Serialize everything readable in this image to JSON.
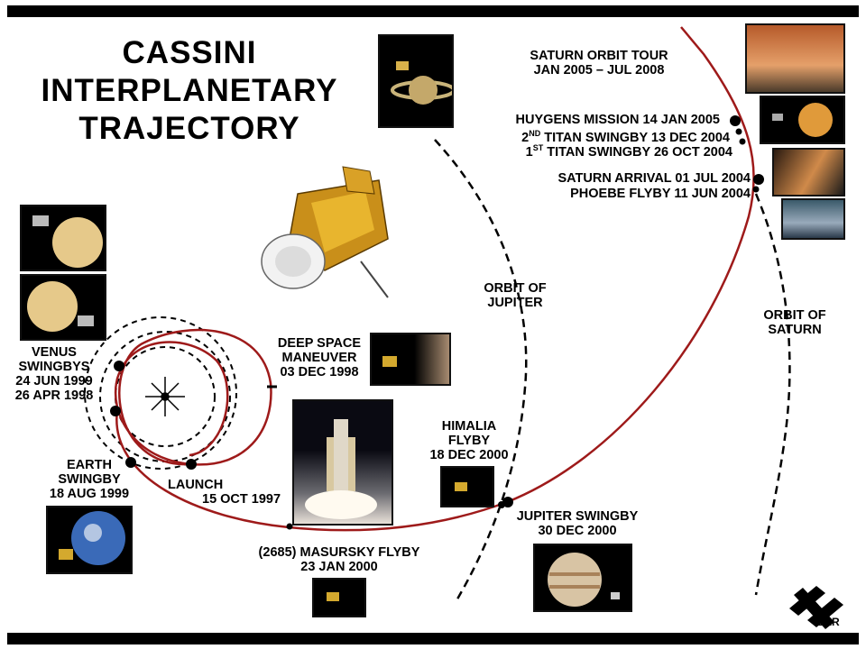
{
  "title": [
    "CASSINI",
    "INTERPLANETARY",
    "TRAJECTORY"
  ],
  "labels": {
    "saturn_tour": [
      "SATURN ORBIT TOUR",
      "JAN 2005 – JUL 2008"
    ],
    "huygens": "HUYGENS MISSION 14 JAN 2005",
    "titan2": {
      "ord": "2",
      "sup": "ND",
      "text": " TITAN SWINGBY 13 DEC 2004"
    },
    "titan1": {
      "ord": "1",
      "sup": "ST",
      "text": " TITAN SWINGBY 26 OCT 2004"
    },
    "saturn_arrival": "SATURN ARRIVAL  01 JUL 2004",
    "phoebe": "PHOEBE FLYBY  11 JUN 2004",
    "orbit_jupiter": [
      "ORBIT OF",
      "JUPITER"
    ],
    "orbit_saturn": [
      "ORBIT OF",
      "SATURN"
    ],
    "deep_space": [
      "DEEP SPACE",
      "MANEUVER",
      "03 DEC 1998"
    ],
    "venus": [
      "VENUS",
      "SWINGBYS",
      "24 JUN 1999",
      "26 APR 1998"
    ],
    "earth": [
      "EARTH",
      "SWINGBY",
      "18 AUG 1999"
    ],
    "launch": [
      "LAUNCH",
      "15 OCT 1997"
    ],
    "himalia": [
      "HIMALIA",
      "FLYBY",
      "18 DEC 2000"
    ],
    "jupiter_swingby": [
      "JUPITER SWINGBY",
      "30 DEC 2000"
    ],
    "masursky": [
      "(2685) MASURSKY FLYBY",
      "23 JAN 2000"
    ],
    "logo": "DLR"
  },
  "colors": {
    "trajectory": "#9e1a1a",
    "orbit": "#000000"
  }
}
